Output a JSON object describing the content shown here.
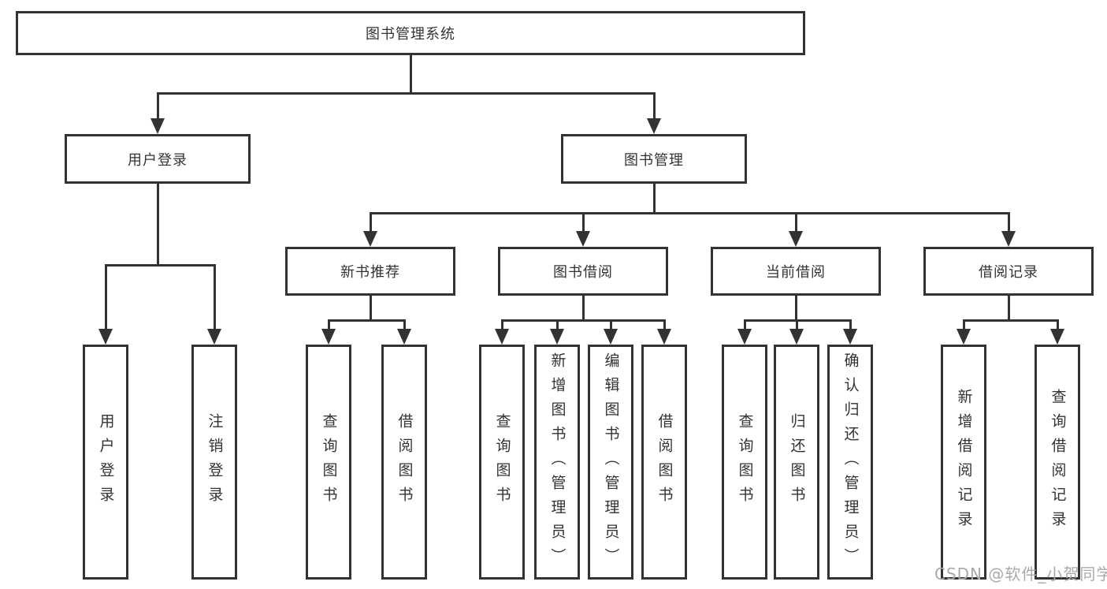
{
  "diagram": {
    "title": "图书管理系统",
    "root": {
      "label": "图书管理系统"
    },
    "level2": {
      "user_login": {
        "label": "用户登录"
      },
      "book_mgmt": {
        "label": "图书管理"
      }
    },
    "level3": {
      "new_book": {
        "label": "新书推荐"
      },
      "book_borrow": {
        "label": "图书借阅"
      },
      "current_borrow": {
        "label": "当前借阅"
      },
      "borrow_record": {
        "label": "借阅记录"
      }
    },
    "leaves": {
      "user_login": [
        "用户登录",
        "注销登录"
      ],
      "new_book": [
        "查询图书",
        "借阅图书"
      ],
      "book_borrow": [
        "查询图书",
        "新增图书（管理员）",
        "编辑图书（管理员）",
        "借阅图书"
      ],
      "current_borrow": [
        "查询图书",
        "归还图书",
        "确认归还（管理员）"
      ],
      "borrow_record": [
        "新增借阅记录",
        "查询借阅记录"
      ]
    },
    "watermark": "CSDN @软件_小贺同学",
    "colors": {
      "line": "#333333",
      "text": "#333333",
      "background": "#ffffff",
      "watermark": "#a9a9a9"
    }
  }
}
